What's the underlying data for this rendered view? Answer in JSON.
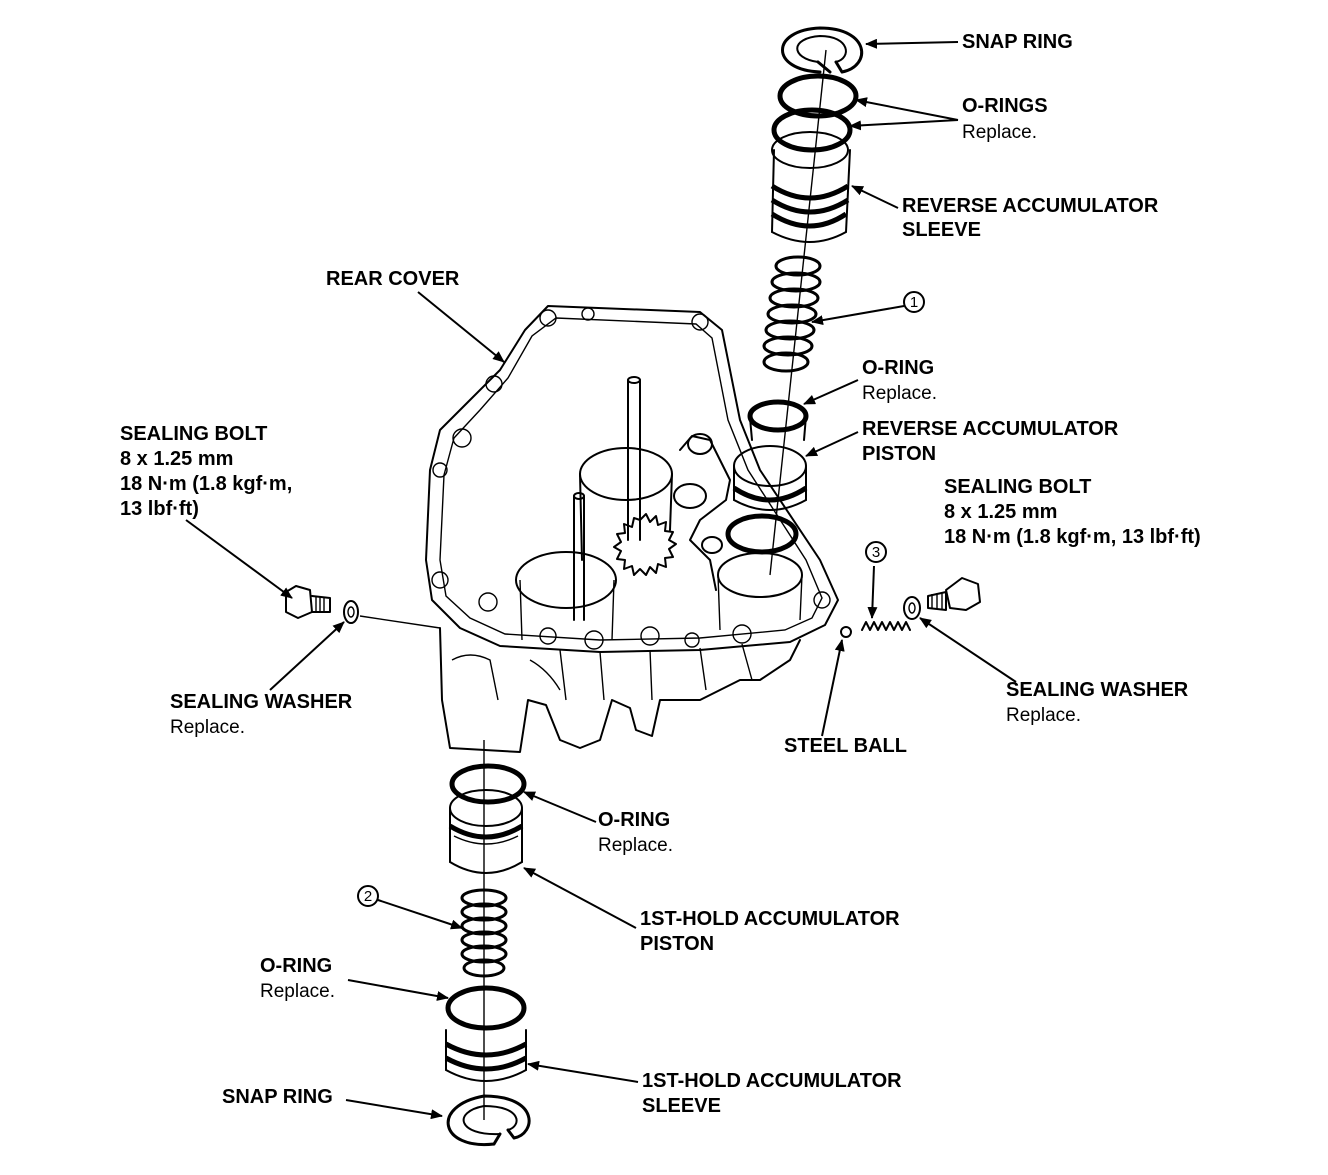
{
  "labels": {
    "snap_ring_top": "SNAP RING",
    "o_rings_top": "O-RINGS",
    "o_rings_top_note": "Replace.",
    "rev_sleeve_l1": "REVERSE ACCUMULATOR",
    "rev_sleeve_l2": "SLEEVE",
    "rear_cover": "REAR COVER",
    "spring_1": "1",
    "o_ring_mid": "O-RING",
    "o_ring_mid_note": "Replace.",
    "rev_piston_l1": "REVERSE ACCUMULATOR",
    "rev_piston_l2": "PISTON",
    "sealing_bolt_left_l1": "SEALING BOLT",
    "sealing_bolt_left_l2": "8 x 1.25 mm",
    "sealing_bolt_left_l3": "18 N·m (1.8 kgf·m,",
    "sealing_bolt_left_l4": "13 lbf·ft)",
    "sealing_bolt_right_l1": "SEALING BOLT",
    "sealing_bolt_right_l2": "8 x 1.25 mm",
    "sealing_bolt_right_l3": "18 N·m (1.8 kgf·m, 13 lbf·ft)",
    "spring_3": "3",
    "sealing_washer_left": "SEALING WASHER",
    "sealing_washer_left_note": "Replace.",
    "sealing_washer_right": "SEALING WASHER",
    "sealing_washer_right_note": "Replace.",
    "steel_ball": "STEEL BALL",
    "o_ring_low": "O-RING",
    "o_ring_low_note": "Replace.",
    "spring_2": "2",
    "hold_piston_l1": "1ST-HOLD ACCUMULATOR",
    "hold_piston_l2": "PISTON",
    "o_ring_bottom": "O-RING",
    "o_ring_bottom_note": "Replace.",
    "hold_sleeve_l1": "1ST-HOLD ACCUMULATOR",
    "hold_sleeve_l2": "SLEEVE",
    "snap_ring_bottom": "SNAP RING"
  }
}
